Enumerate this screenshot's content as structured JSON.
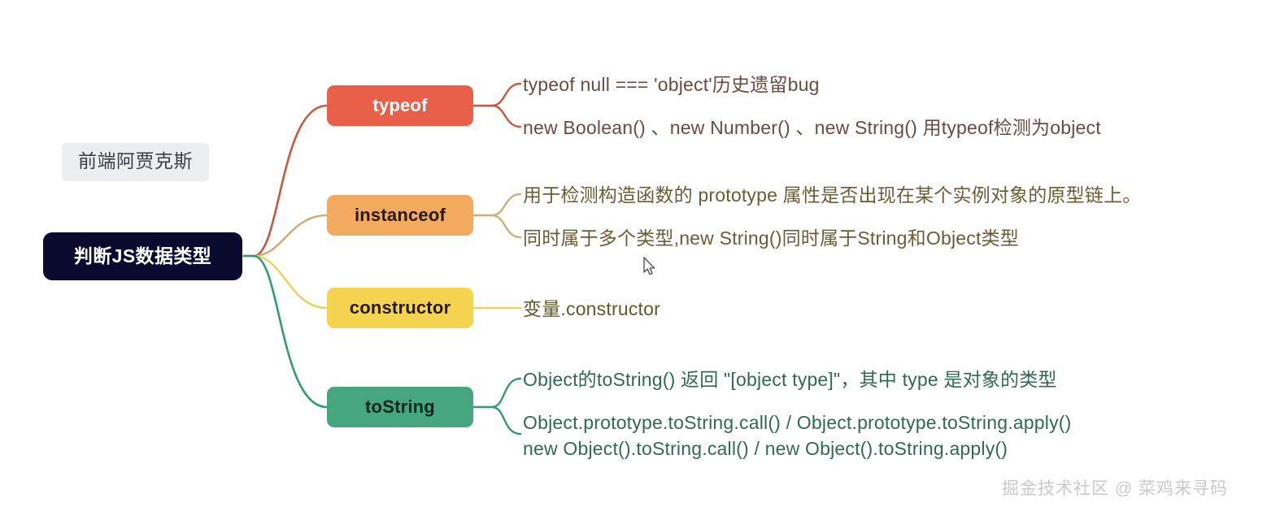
{
  "mindmap": {
    "author_badge": "前端阿贾克斯",
    "root": {
      "label": "判断JS数据类型",
      "bg_color": "#0a0a2e",
      "text_color": "#ffffff"
    },
    "branches": [
      {
        "id": "typeof",
        "label": "typeof",
        "color": "#e8604a",
        "text_color": "#ffffff",
        "leaves": [
          "typeof null === 'object'历史遗留bug",
          "new Boolean() 、new Number() 、new String() 用typeof检测为object"
        ]
      },
      {
        "id": "instanceof",
        "label": "instanceof",
        "color": "#f3a95e",
        "text_color": "#241a12",
        "leaves": [
          "用于检测构造函数的 prototype 属性是否出现在某个实例对象的原型链上。",
          "同时属于多个类型,new String()同时属于String和Object类型"
        ]
      },
      {
        "id": "constructor",
        "label": "constructor",
        "color": "#f5d450",
        "text_color": "#241a12",
        "leaves": [
          "变量.constructor"
        ]
      },
      {
        "id": "toString",
        "label": "toString",
        "color": "#46a680",
        "text_color": "#10261f",
        "leaves": [
          "Object的toString() 返回 \"[object type]\"，其中 type 是对象的类型",
          "Object.prototype.toString.call() / Object.prototype.toString.apply()\nnew Object().toString.call() / new Object().toString.apply()"
        ]
      }
    ],
    "watermark": "掘金技术社区 @ 菜鸡来寻码"
  }
}
